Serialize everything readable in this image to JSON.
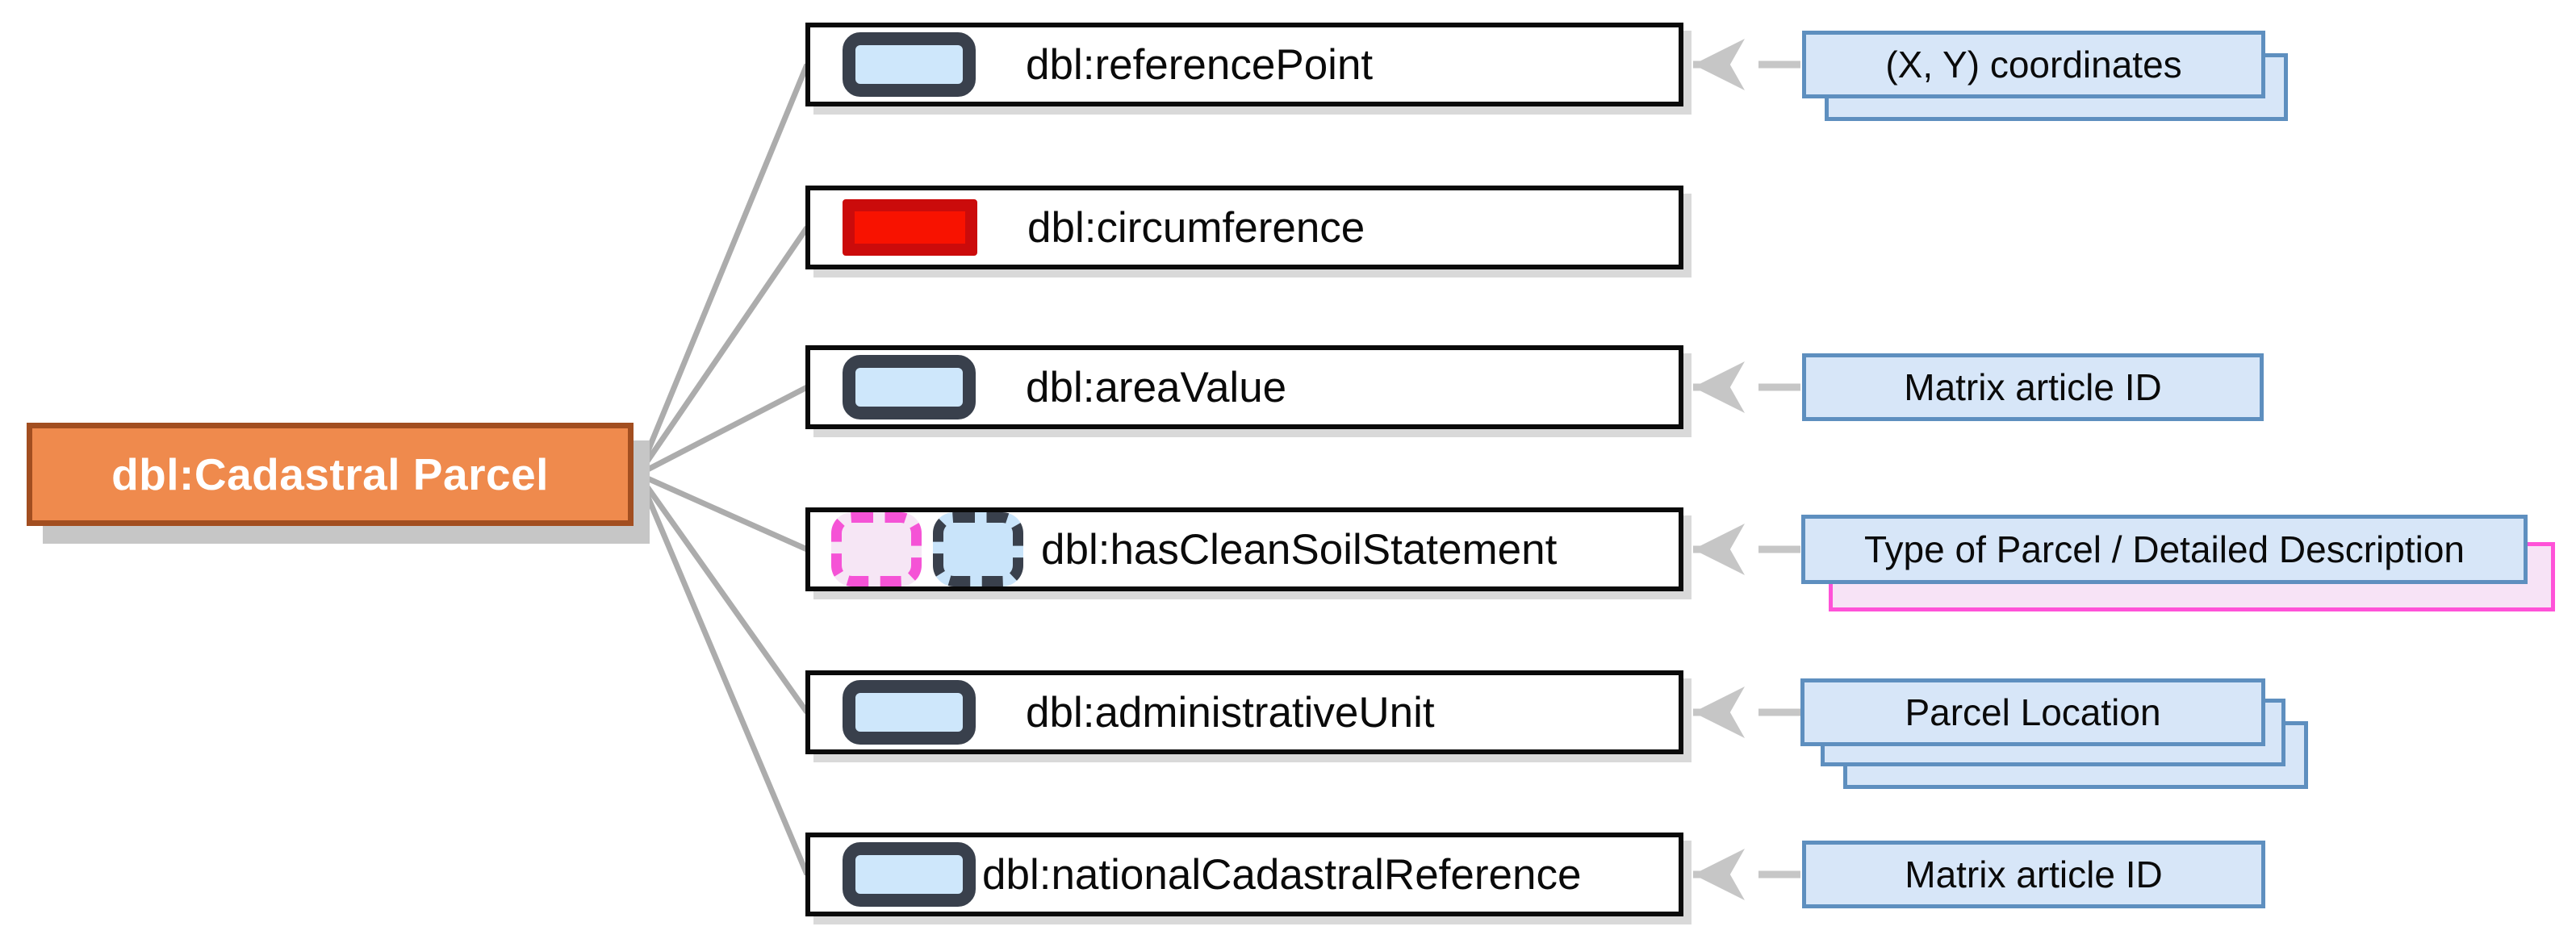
{
  "root": {
    "label": "dbl:Cadastral Parcel"
  },
  "properties": [
    {
      "label": "dbl:referencePoint",
      "icons": [
        "datatype-rect-icon"
      ],
      "note": {
        "text": "(X, Y) coordinates",
        "stack": 2,
        "style": "blue"
      }
    },
    {
      "label": "dbl:circumference",
      "icons": [
        "red-rect-icon"
      ],
      "note": null
    },
    {
      "label": "dbl:areaValue",
      "icons": [
        "datatype-rect-icon"
      ],
      "note": {
        "text": "Matrix article ID",
        "stack": 1,
        "style": "blue"
      }
    },
    {
      "label": "dbl:hasCleanSoilStatement",
      "icons": [
        "dashed-pink-rect-icon",
        "dashed-dark-rect-icon"
      ],
      "note": {
        "text": "Type of Parcel / Detailed Description",
        "stack": 2,
        "style": "pink-back"
      }
    },
    {
      "label": "dbl:administrativeUnit",
      "icons": [
        "datatype-rect-icon"
      ],
      "note": {
        "text": "Parcel Location",
        "stack": 3,
        "style": "blue"
      }
    },
    {
      "label": "dbl:nationalCadastralReference",
      "icons": [
        "datatype-rect-icon"
      ],
      "note": {
        "text": "Matrix article ID",
        "stack": 1,
        "style": "blue"
      }
    }
  ],
  "colors": {
    "root_fill": "#EF8A4D",
    "root_border": "#A24E20",
    "note_fill": "#D7E6F8",
    "note_border": "#5E8FBF",
    "note_pink_fill": "#F7E3F6",
    "note_pink_border": "#FF52D8",
    "icon_dark": "#39404C",
    "icon_blue_fill": "#CEE7FB",
    "icon_red_fill": "#F81200",
    "icon_red_border": "#CB0B0B",
    "icon_pink_dash": "#F553D6",
    "fan_line": "#ACACAC",
    "connector": "#C6C6C6"
  }
}
